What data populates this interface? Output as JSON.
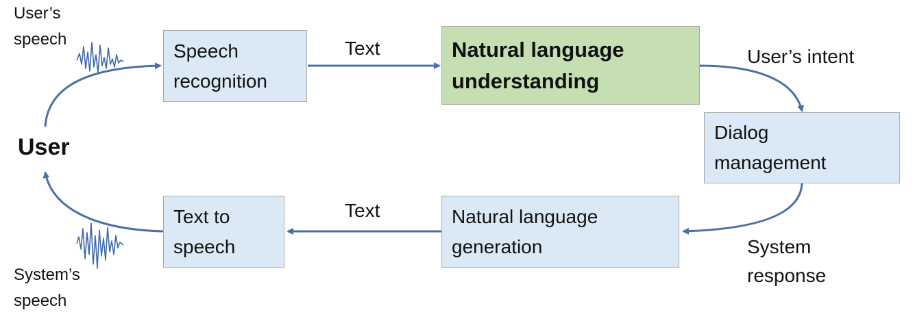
{
  "nodes": {
    "user": "User",
    "speech_recognition": [
      "Speech",
      "recognition"
    ],
    "nlu": [
      "Natural language",
      "understanding"
    ],
    "dialog_management": [
      "Dialog",
      "management"
    ],
    "nlg": [
      "Natural language",
      "generation"
    ],
    "tts": [
      "Text to",
      "speech"
    ]
  },
  "edges": {
    "sr_to_nlu": "Text",
    "nlg_to_tts": "Text",
    "nlu_to_dm": "User’s intent",
    "dm_to_nlg": [
      "System",
      "response"
    ]
  },
  "annotations": {
    "users_speech": [
      "User’s",
      "speech"
    ],
    "systems_speech": [
      "System’s",
      "speech"
    ]
  },
  "colors": {
    "box_fill": "#dbe9f7",
    "highlight_fill": "#c5dfb3",
    "arrow": "#4a6fa5",
    "waveform": "#3e6aa8"
  }
}
